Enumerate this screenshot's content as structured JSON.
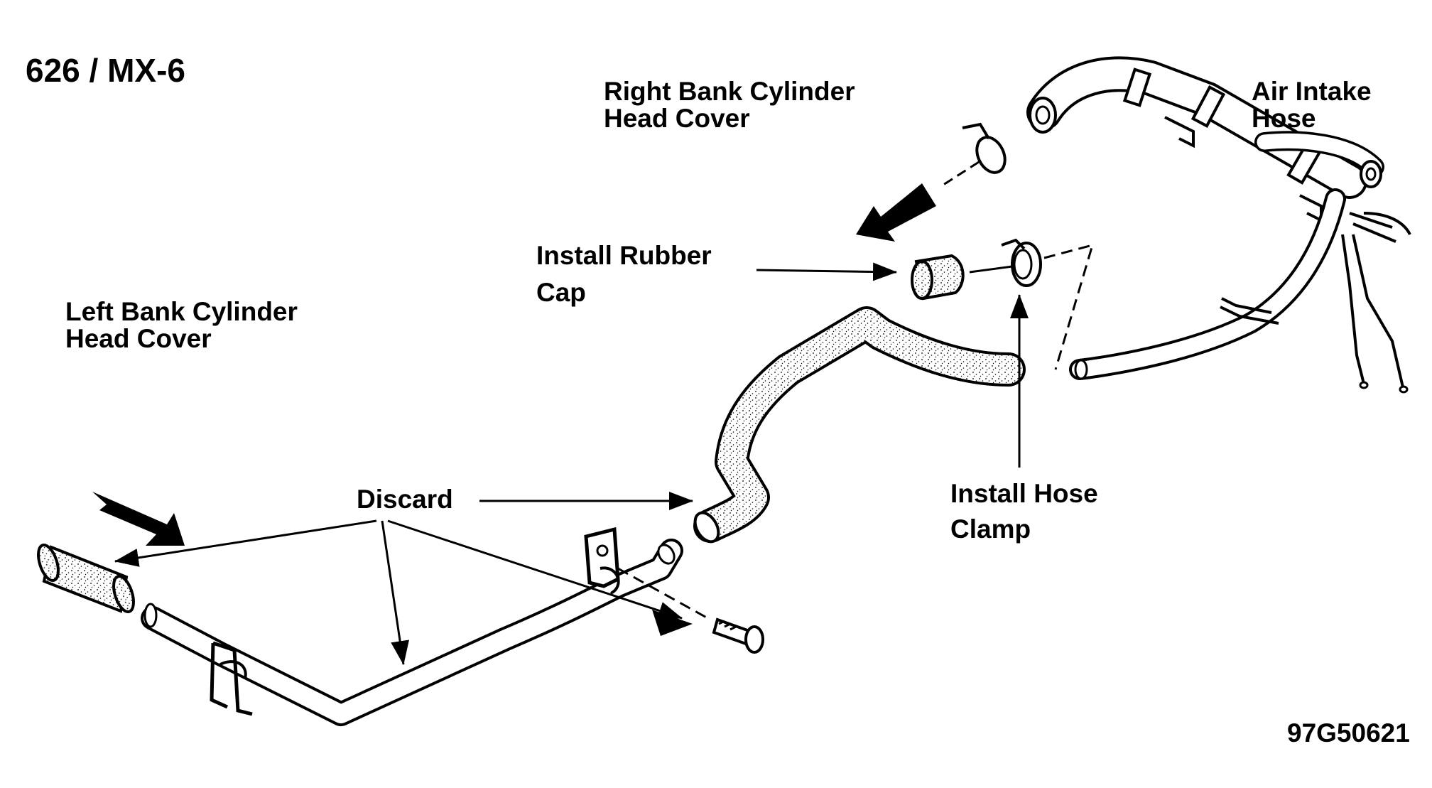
{
  "model": "626 / MX-6",
  "figure_code": "97G50621",
  "labels": {
    "right_cover": {
      "line1": "Right Bank Cylinder",
      "line2": "Head Cover"
    },
    "left_cover": {
      "line1": "Left Bank Cylinder",
      "line2": "Head Cover"
    },
    "air_intake": {
      "line1": "Air Intake",
      "line2": "Hose"
    },
    "rubber_cap": {
      "line1": "Install Rubber",
      "line2": "Cap"
    },
    "discard": "Discard",
    "hose_clamp": {
      "line1": "Install Hose",
      "line2": "Clamp"
    }
  },
  "colors": {
    "ink": "#000000",
    "paper": "#ffffff"
  }
}
